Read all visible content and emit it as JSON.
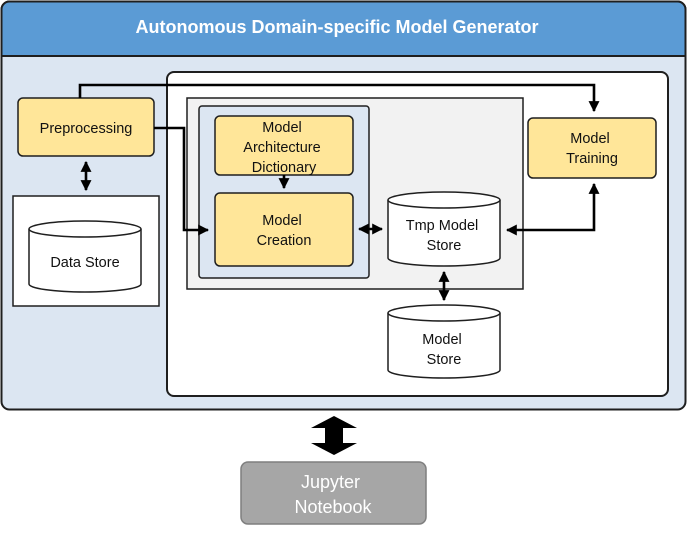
{
  "title": "Autonomous Domain-specific Model Generator",
  "nodes": {
    "preprocessing": "Preprocessing",
    "data_store": "Data Store",
    "model_architecture_dictionary": [
      "Model",
      "Architecture",
      "Dictionary"
    ],
    "model_creation": [
      "Model",
      "Creation"
    ],
    "tmp_model_store": [
      "Tmp Model",
      "Store"
    ],
    "model_store": [
      "Model",
      "Store"
    ],
    "model_training": [
      "Model",
      "Training"
    ],
    "jupyter_notebook": [
      "Jupyter",
      "Notebook"
    ]
  },
  "colors": {
    "title_bar": "#5b9bd5",
    "outer_panel": "#dce6f2",
    "process_node": "#ffe699",
    "inner_group": "#f2f2f2",
    "jupyter": "#a6a6a6"
  }
}
